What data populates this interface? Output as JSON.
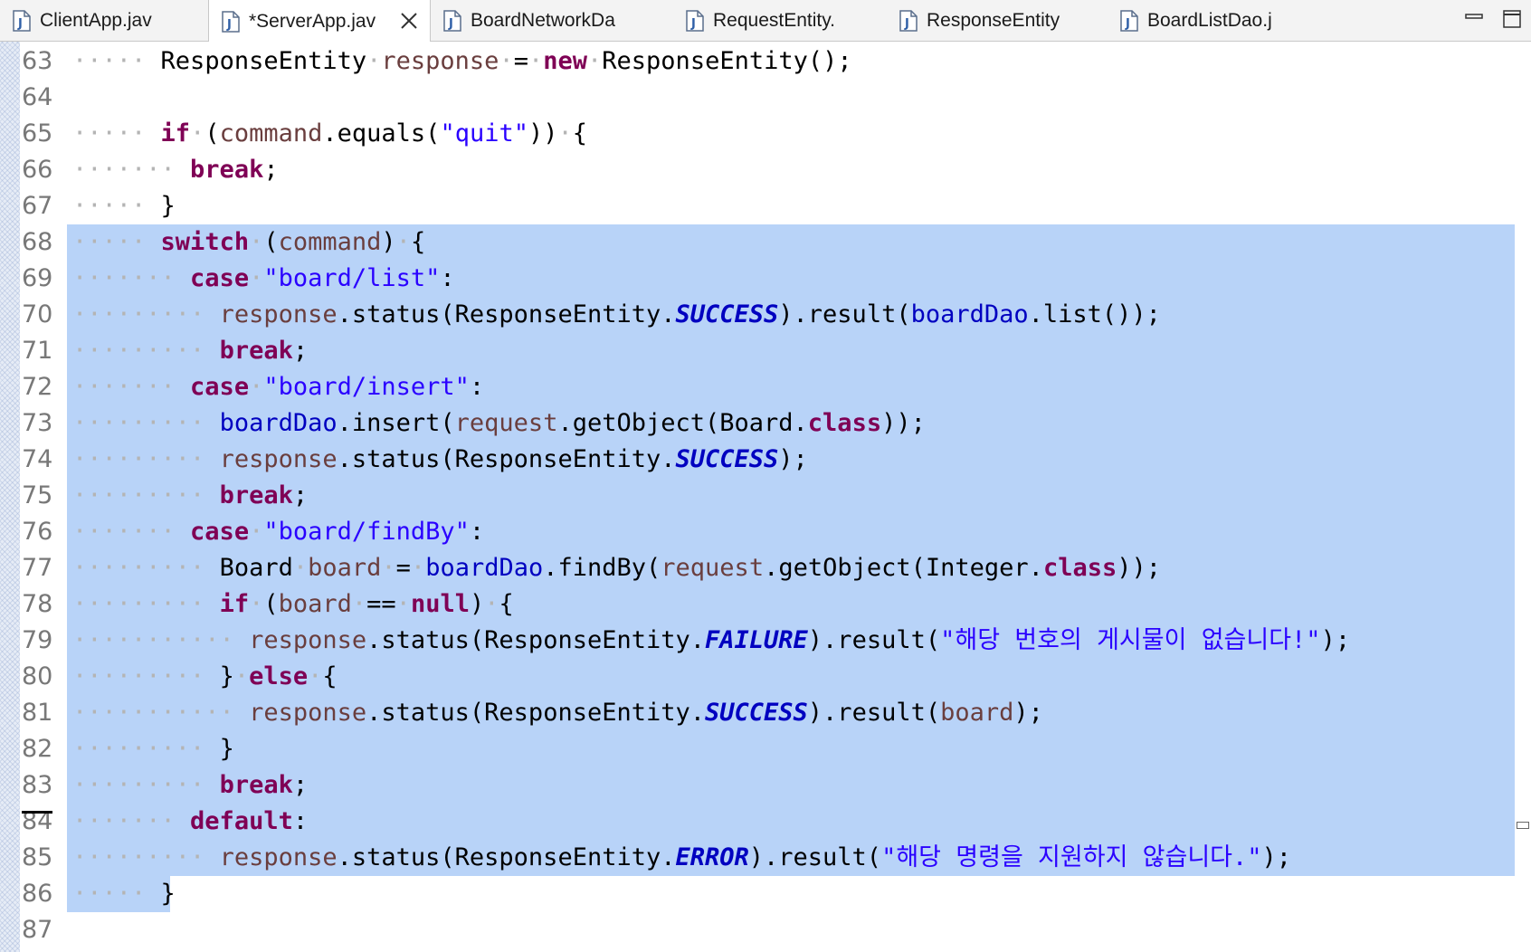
{
  "tabs": [
    {
      "label": "ClientApp.jav",
      "active": false
    },
    {
      "label": "*ServerApp.jav",
      "active": true
    },
    {
      "label": "BoardNetworkDa",
      "active": false
    },
    {
      "label": "RequestEntity.",
      "active": false
    },
    {
      "label": "ResponseEntity",
      "active": false
    },
    {
      "label": "BoardListDao.j",
      "active": false
    }
  ],
  "colors": {
    "keyword": "#7f0055",
    "string": "#2a00ff",
    "field": "#0000c0",
    "local_variable": "#6a3e3e",
    "selection": "#b8d3f8",
    "line_number": "#787878"
  },
  "lines": [
    {
      "num": "63",
      "sel": "none",
      "tokens": [
        {
          "t": "dots",
          "v": "····· "
        },
        {
          "t": "pl",
          "v": "ResponseEntity"
        },
        {
          "t": "dots",
          "v": "·"
        },
        {
          "t": "var",
          "v": "response"
        },
        {
          "t": "dots",
          "v": "·"
        },
        {
          "t": "pl",
          "v": "="
        },
        {
          "t": "dots",
          "v": "·"
        },
        {
          "t": "kw",
          "v": "new"
        },
        {
          "t": "dots",
          "v": "·"
        },
        {
          "t": "pl",
          "v": "ResponseEntity();"
        }
      ]
    },
    {
      "num": "64",
      "sel": "none",
      "tokens": []
    },
    {
      "num": "65",
      "sel": "none",
      "tokens": [
        {
          "t": "dots",
          "v": "····· "
        },
        {
          "t": "kw",
          "v": "if"
        },
        {
          "t": "dots",
          "v": "·"
        },
        {
          "t": "pl",
          "v": "("
        },
        {
          "t": "var",
          "v": "command"
        },
        {
          "t": "pl",
          "v": ".equals("
        },
        {
          "t": "str",
          "v": "\"quit\""
        },
        {
          "t": "pl",
          "v": "))"
        },
        {
          "t": "dots",
          "v": "·"
        },
        {
          "t": "pl",
          "v": "{"
        }
      ]
    },
    {
      "num": "66",
      "sel": "none",
      "tokens": [
        {
          "t": "dots",
          "v": "······· "
        },
        {
          "t": "kw",
          "v": "break"
        },
        {
          "t": "pl",
          "v": ";"
        }
      ]
    },
    {
      "num": "67",
      "sel": "none",
      "tokens": [
        {
          "t": "dots",
          "v": "····· "
        },
        {
          "t": "pl",
          "v": "}"
        }
      ]
    },
    {
      "num": "68",
      "sel": "full",
      "tokens": [
        {
          "t": "dots",
          "v": "····· "
        },
        {
          "t": "kw",
          "v": "switch"
        },
        {
          "t": "dots",
          "v": "·"
        },
        {
          "t": "pl",
          "v": "("
        },
        {
          "t": "var",
          "v": "command"
        },
        {
          "t": "pl",
          "v": ")"
        },
        {
          "t": "dots",
          "v": "·"
        },
        {
          "t": "pl",
          "v": "{"
        }
      ]
    },
    {
      "num": "69",
      "sel": "full",
      "tokens": [
        {
          "t": "dots",
          "v": "······· "
        },
        {
          "t": "kw",
          "v": "case"
        },
        {
          "t": "dots",
          "v": "·"
        },
        {
          "t": "str",
          "v": "\"board/list\""
        },
        {
          "t": "pl",
          "v": ":"
        }
      ]
    },
    {
      "num": "70",
      "sel": "full",
      "tokens": [
        {
          "t": "dots",
          "v": "········· "
        },
        {
          "t": "var",
          "v": "response"
        },
        {
          "t": "pl",
          "v": ".status(ResponseEntity."
        },
        {
          "t": "sfld",
          "v": "SUCCESS"
        },
        {
          "t": "pl",
          "v": ").result("
        },
        {
          "t": "fld",
          "v": "boardDao"
        },
        {
          "t": "pl",
          "v": ".list());"
        }
      ]
    },
    {
      "num": "71",
      "sel": "full",
      "tokens": [
        {
          "t": "dots",
          "v": "········· "
        },
        {
          "t": "kw",
          "v": "break"
        },
        {
          "t": "pl",
          "v": ";"
        }
      ]
    },
    {
      "num": "72",
      "sel": "full",
      "tokens": [
        {
          "t": "dots",
          "v": "······· "
        },
        {
          "t": "kw",
          "v": "case"
        },
        {
          "t": "dots",
          "v": "·"
        },
        {
          "t": "str",
          "v": "\"board/insert\""
        },
        {
          "t": "pl",
          "v": ":"
        }
      ]
    },
    {
      "num": "73",
      "sel": "full",
      "tokens": [
        {
          "t": "dots",
          "v": "········· "
        },
        {
          "t": "fld",
          "v": "boardDao"
        },
        {
          "t": "pl",
          "v": ".insert("
        },
        {
          "t": "var",
          "v": "request"
        },
        {
          "t": "pl",
          "v": ".getObject(Board."
        },
        {
          "t": "kw",
          "v": "class"
        },
        {
          "t": "pl",
          "v": "));"
        }
      ]
    },
    {
      "num": "74",
      "sel": "full",
      "tokens": [
        {
          "t": "dots",
          "v": "········· "
        },
        {
          "t": "var",
          "v": "response"
        },
        {
          "t": "pl",
          "v": ".status(ResponseEntity."
        },
        {
          "t": "sfld",
          "v": "SUCCESS"
        },
        {
          "t": "pl",
          "v": ");"
        }
      ]
    },
    {
      "num": "75",
      "sel": "full",
      "tokens": [
        {
          "t": "dots",
          "v": "········· "
        },
        {
          "t": "kw",
          "v": "break"
        },
        {
          "t": "pl",
          "v": ";"
        }
      ]
    },
    {
      "num": "76",
      "sel": "full",
      "tokens": [
        {
          "t": "dots",
          "v": "······· "
        },
        {
          "t": "kw",
          "v": "case"
        },
        {
          "t": "dots",
          "v": "·"
        },
        {
          "t": "str",
          "v": "\"board/findBy\""
        },
        {
          "t": "pl",
          "v": ":"
        }
      ]
    },
    {
      "num": "77",
      "sel": "full",
      "tokens": [
        {
          "t": "dots",
          "v": "········· "
        },
        {
          "t": "pl",
          "v": "Board"
        },
        {
          "t": "dots",
          "v": "·"
        },
        {
          "t": "var",
          "v": "board"
        },
        {
          "t": "dots",
          "v": "·"
        },
        {
          "t": "pl",
          "v": "="
        },
        {
          "t": "dots",
          "v": "·"
        },
        {
          "t": "fld",
          "v": "boardDao"
        },
        {
          "t": "pl",
          "v": ".findBy("
        },
        {
          "t": "var",
          "v": "request"
        },
        {
          "t": "pl",
          "v": ".getObject(Integer."
        },
        {
          "t": "kw",
          "v": "class"
        },
        {
          "t": "pl",
          "v": "));"
        }
      ]
    },
    {
      "num": "78",
      "sel": "full",
      "tokens": [
        {
          "t": "dots",
          "v": "········· "
        },
        {
          "t": "kw",
          "v": "if"
        },
        {
          "t": "dots",
          "v": "·"
        },
        {
          "t": "pl",
          "v": "("
        },
        {
          "t": "var",
          "v": "board"
        },
        {
          "t": "dots",
          "v": "·"
        },
        {
          "t": "pl",
          "v": "=="
        },
        {
          "t": "dots",
          "v": "·"
        },
        {
          "t": "kw",
          "v": "null"
        },
        {
          "t": "pl",
          "v": ")"
        },
        {
          "t": "dots",
          "v": "·"
        },
        {
          "t": "pl",
          "v": "{"
        }
      ]
    },
    {
      "num": "79",
      "sel": "full",
      "tokens": [
        {
          "t": "dots",
          "v": "··········· "
        },
        {
          "t": "var",
          "v": "response"
        },
        {
          "t": "pl",
          "v": ".status(ResponseEntity."
        },
        {
          "t": "sfld",
          "v": "FAILURE"
        },
        {
          "t": "pl",
          "v": ").result("
        },
        {
          "t": "str",
          "v": "\"해당 번호의 게시물이 없습니다!\""
        },
        {
          "t": "pl",
          "v": ");"
        }
      ]
    },
    {
      "num": "80",
      "sel": "full",
      "tokens": [
        {
          "t": "dots",
          "v": "········· "
        },
        {
          "t": "pl",
          "v": "}"
        },
        {
          "t": "dots",
          "v": "·"
        },
        {
          "t": "kw",
          "v": "else"
        },
        {
          "t": "dots",
          "v": "·"
        },
        {
          "t": "pl",
          "v": "{"
        }
      ]
    },
    {
      "num": "81",
      "sel": "full",
      "tokens": [
        {
          "t": "dots",
          "v": "··········· "
        },
        {
          "t": "var",
          "v": "response"
        },
        {
          "t": "pl",
          "v": ".status(ResponseEntity."
        },
        {
          "t": "sfld",
          "v": "SUCCESS"
        },
        {
          "t": "pl",
          "v": ").result("
        },
        {
          "t": "var",
          "v": "board"
        },
        {
          "t": "pl",
          "v": ");"
        }
      ]
    },
    {
      "num": "82",
      "sel": "full",
      "tokens": [
        {
          "t": "dots",
          "v": "········· "
        },
        {
          "t": "pl",
          "v": "}"
        }
      ]
    },
    {
      "num": "83",
      "sel": "full",
      "tokens": [
        {
          "t": "dots",
          "v": "········· "
        },
        {
          "t": "kw",
          "v": "break"
        },
        {
          "t": "pl",
          "v": ";"
        }
      ]
    },
    {
      "num": "84",
      "sel": "full",
      "tokens": [
        {
          "t": "dots",
          "v": "······· "
        },
        {
          "t": "kw",
          "v": "default"
        },
        {
          "t": "pl",
          "v": ":"
        }
      ]
    },
    {
      "num": "85",
      "sel": "full",
      "tokens": [
        {
          "t": "dots",
          "v": "········· "
        },
        {
          "t": "var",
          "v": "response"
        },
        {
          "t": "pl",
          "v": ".status(ResponseEntity."
        },
        {
          "t": "sfld",
          "v": "ERROR"
        },
        {
          "t": "pl",
          "v": ").result("
        },
        {
          "t": "str",
          "v": "\"해당 명령을 지원하지 않습니다.\""
        },
        {
          "t": "pl",
          "v": ");"
        }
      ]
    },
    {
      "num": "86",
      "sel": "partial",
      "tokens": [
        {
          "t": "dots",
          "v": "····· "
        },
        {
          "t": "pl",
          "v": "}"
        }
      ]
    },
    {
      "num": "87",
      "sel": "none",
      "tokens": []
    }
  ]
}
